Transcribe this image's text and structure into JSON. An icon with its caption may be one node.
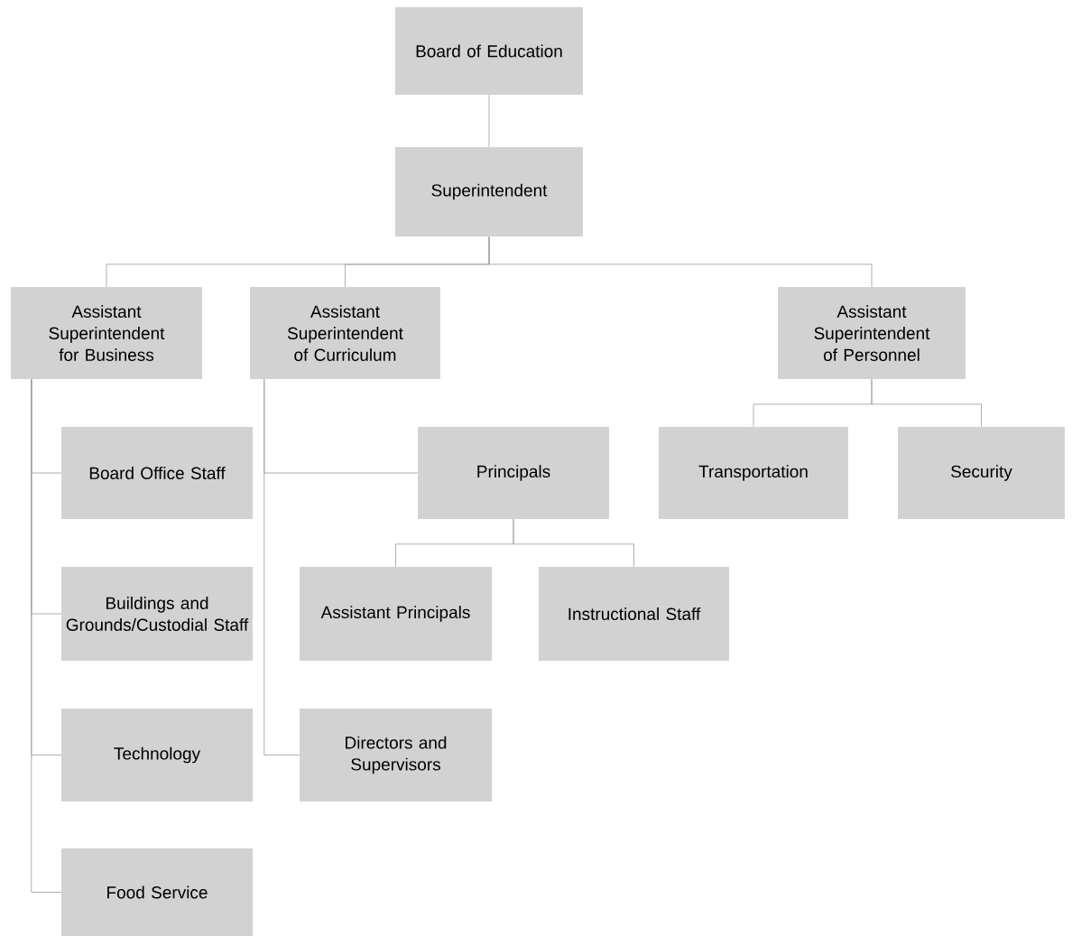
{
  "diagram": {
    "nodes": [
      {
        "text": [
          "Board of Education"
        ]
      },
      {
        "text": [
          "Superintendent"
        ]
      },
      {
        "text": [
          "Assistant Superintendent for Business"
        ]
      },
      {
        "text": [
          "Assistant Superintendent of Curriculum"
        ]
      },
      {
        "text": [
          "Assistant Superintendent of Personnel"
        ]
      },
      {
        "text": [
          "Board Office Staff"
        ]
      },
      {
        "text": [
          "Principals"
        ]
      },
      {
        "text": [
          "Transportation"
        ]
      },
      {
        "text": [
          "Security"
        ]
      },
      {
        "text": [
          "Buildings and Grounds/Custodial Staff"
        ]
      },
      {
        "text": [
          "Assistant Principals"
        ]
      },
      {
        "text": [
          "Instructional Staff"
        ]
      },
      {
        "text": [
          "Technology"
        ]
      },
      {
        "text": [
          "Directors and Supervisors"
        ]
      },
      {
        "text": [
          "Food Service"
        ]
      }
    ],
    "edges": [
      {
        "from": 0,
        "to": 1,
        "arrow": "none"
      },
      {
        "from": 1,
        "to": 2,
        "arrow": "none"
      },
      {
        "from": 1,
        "to": 3,
        "arrow": "none"
      },
      {
        "from": 1,
        "to": 4,
        "arrow": "none"
      },
      {
        "from": 2,
        "to": 5,
        "arrow": "none"
      },
      {
        "from": 2,
        "to": 9,
        "arrow": "none"
      },
      {
        "from": 2,
        "to": 12,
        "arrow": "none"
      },
      {
        "from": 2,
        "to": 14,
        "arrow": "none"
      },
      {
        "from": 3,
        "to": 6,
        "arrow": "none"
      },
      {
        "from": 3,
        "to": 13,
        "arrow": "none"
      },
      {
        "from": 6,
        "to": 10,
        "arrow": "none"
      },
      {
        "from": 6,
        "to": 11,
        "arrow": "none"
      },
      {
        "from": 4,
        "to": 7,
        "arrow": "none"
      },
      {
        "from": 4,
        "to": 8,
        "arrow": "none"
      }
    ]
  }
}
